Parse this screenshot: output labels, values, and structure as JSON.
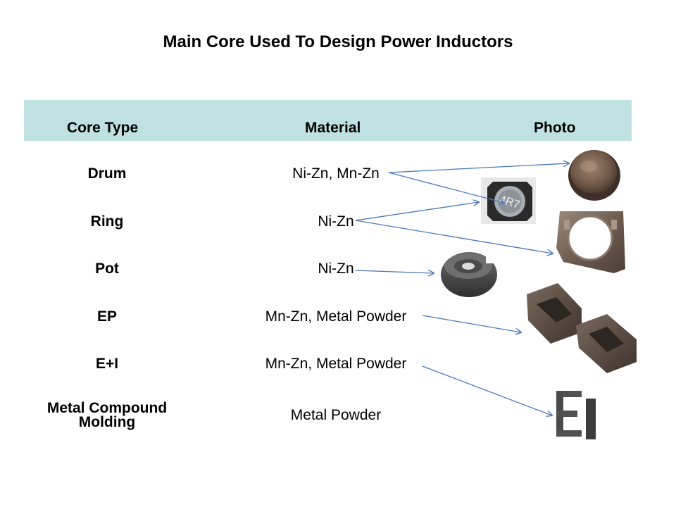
{
  "title": "Main Core Used To Design Power Inductors",
  "header": {
    "core_type": "Core Type",
    "material": "Material",
    "photo": "Photo"
  },
  "rows": [
    {
      "type": "Drum",
      "material": "Ni-Zn, Mn-Zn"
    },
    {
      "type": "Ring",
      "material": "Ni-Zn"
    },
    {
      "type": "Pot",
      "material": "Ni-Zn"
    },
    {
      "type": "EP",
      "material": "Mn-Zn, Metal Powder"
    },
    {
      "type": "E+I",
      "material": "Mn-Zn, Metal Powder"
    },
    {
      "type_line1": "Metal Compound",
      "type_line2": "Molding",
      "material": "Metal Powder"
    }
  ],
  "photo_labels": {
    "smd_inductor_marking": "4R7"
  },
  "colors": {
    "header_band": "#bfe1e1",
    "arrow": "#4a78b8"
  }
}
